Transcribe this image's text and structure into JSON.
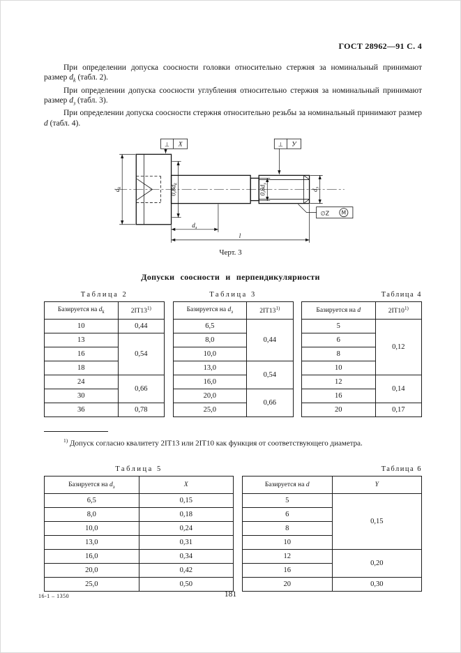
{
  "page": {
    "doc_ref": "ГОСТ 28962—91 С. 4",
    "page_number": "181",
    "footer_left": "16-1 – 1350"
  },
  "paragraphs": [
    {
      "text_before": "При определении допуска соосности головки относительно стержня за номинальный принимают размер ",
      "var": "d",
      "sub": "k",
      "text_after": " (табл. 2)."
    },
    {
      "text_before": "При определении допуска соосности углубления относительно стержня за номинальный принимают размер ",
      "var": "d",
      "sub": "з",
      "text_after": " (табл. 3)."
    },
    {
      "text_before": "При определении допуска соосности стержня относительно резьбы за номинальный принимают размер ",
      "var": "d",
      "text_after": " (табл. 4)."
    }
  ],
  "drawing": {
    "caption": "Черт. 3",
    "frame_left_symbol": "⊥",
    "frame_left_datum": "X",
    "frame_right_symbol": "⊥",
    "frame_right_datum": "У",
    "dk_base": "d",
    "dk_sub": "k",
    "dk08": "0,8d",
    "dz08": "0,8d",
    "dz_base": "d",
    "dz_sub": "з",
    "l_label": "l",
    "z_label": "∅Z",
    "m_label": "M"
  },
  "section_title": "Допуски соосности и перпендикулярности",
  "footnote": {
    "marker": "1)",
    "text": " Допуск согласно квалитету 2IT13 или 2IT10 как функция от соответствующего диаметра."
  },
  "tables": {
    "t2": {
      "title": "Таблица 2",
      "col1_text": "Базируется на ",
      "col1_var": "d",
      "col1_sub": "k",
      "col2_text": "2IT13",
      "col2_sup": "1)",
      "rows": [
        {
          "v": "10",
          "tol": "0,44"
        },
        {
          "v": "13",
          "tol": "0,54"
        },
        {
          "v": "16"
        },
        {
          "v": "18"
        },
        {
          "v": "24",
          "tol": "0,66"
        },
        {
          "v": "30"
        },
        {
          "v": "36",
          "tol": "0,78"
        }
      ]
    },
    "t3": {
      "title": "Таблица 3",
      "col1_text": "Базируется на ",
      "col1_var": "d",
      "col1_sub": "з",
      "col2_text": "2IT13",
      "col2_sup": "1)",
      "rows": [
        {
          "v": "6,5",
          "tol": "0,44"
        },
        {
          "v": "8,0"
        },
        {
          "v": "10,0"
        },
        {
          "v": "13,0",
          "tol": "0,54"
        },
        {
          "v": "16,0"
        },
        {
          "v": "20,0",
          "tol": "0,66"
        },
        {
          "v": "25,0"
        }
      ]
    },
    "t4": {
      "title": "Таблица 4",
      "col1_text": "Базируется на ",
      "col1_var": "d",
      "col2_text": "2IT10",
      "col2_sup": "1)",
      "rows": [
        {
          "v": "5",
          "tol": "0,12"
        },
        {
          "v": "6"
        },
        {
          "v": "8"
        },
        {
          "v": "10"
        },
        {
          "v": "12",
          "tol": "0,14"
        },
        {
          "v": "16"
        },
        {
          "v": "20",
          "tol": "0,17"
        }
      ]
    },
    "t5": {
      "title": "Таблица 5",
      "col1_text": "Базируется на ",
      "col1_var": "d",
      "col1_sub": "з",
      "col2_var": "X",
      "rows": [
        {
          "v": "6,5",
          "x": "0,15"
        },
        {
          "v": "8,0",
          "x": "0,18"
        },
        {
          "v": "10,0",
          "x": "0,24"
        },
        {
          "v": "13,0",
          "x": "0,31"
        },
        {
          "v": "16,0",
          "x": "0,34"
        },
        {
          "v": "20,0",
          "x": "0,42"
        },
        {
          "v": "25,0",
          "x": "0,50"
        }
      ]
    },
    "t6": {
      "title": "Таблица 6",
      "col1_text": "Базируется на ",
      "col1_var": "d",
      "col2_var": "Y",
      "rows": [
        {
          "v": "5",
          "tol": "0,15"
        },
        {
          "v": "6"
        },
        {
          "v": "8"
        },
        {
          "v": "10"
        },
        {
          "v": "12",
          "tol": "0,20"
        },
        {
          "v": "16"
        },
        {
          "v": "20",
          "tol": "0,30"
        }
      ]
    }
  }
}
